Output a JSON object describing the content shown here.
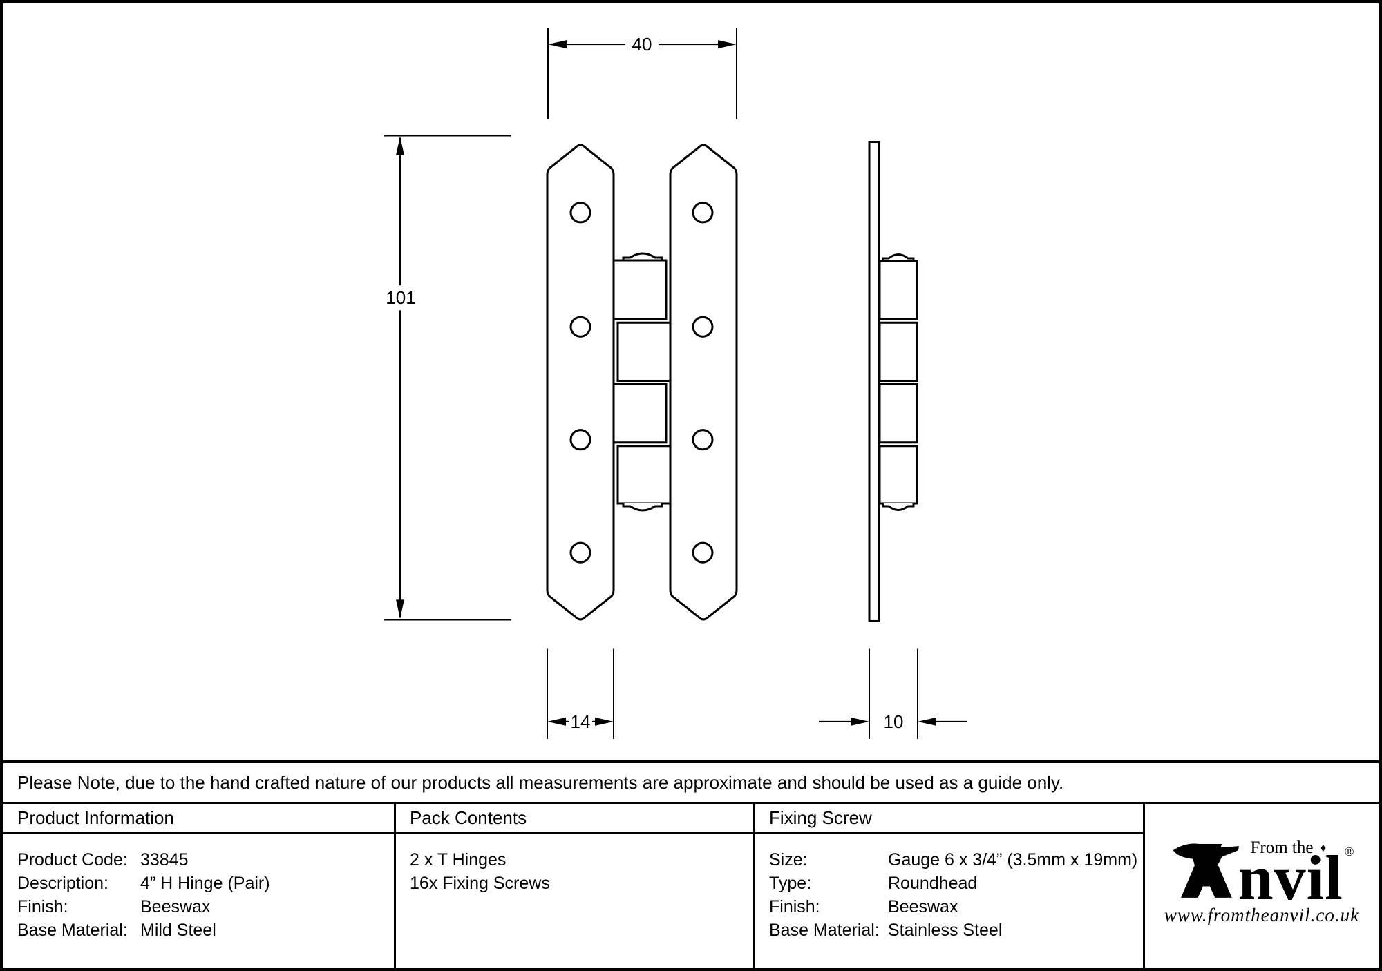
{
  "colors": {
    "line": "#000000",
    "background": "#ffffff"
  },
  "drawing": {
    "dimensions": {
      "front_width": "40",
      "front_height": "101",
      "leaf_width": "14",
      "side_depth": "10"
    }
  },
  "note": "Please Note, due to the hand crafted nature of our products all measurements are approximate and should be used as a guide only.",
  "table": {
    "product_information": {
      "title": "Product Information",
      "rows": [
        {
          "label": "Product Code:",
          "value": "33845"
        },
        {
          "label": "Description:",
          "value": "4” H Hinge (Pair)"
        },
        {
          "label": "Finish:",
          "value": "Beeswax"
        },
        {
          "label": "Base Material:",
          "value": "Mild Steel"
        }
      ]
    },
    "pack_contents": {
      "title": "Pack Contents",
      "items": [
        "2 x T Hinges",
        "16x Fixing Screws"
      ]
    },
    "fixing_screw": {
      "title": "Fixing Screw",
      "rows": [
        {
          "label": "Size:",
          "value": "Gauge 6 x 3/4” (3.5mm x 19mm)"
        },
        {
          "label": "Type:",
          "value": "Roundhead"
        },
        {
          "label": "Finish:",
          "value": "Beeswax"
        },
        {
          "label": "Base Material:",
          "value": "Stainless Steel"
        }
      ]
    }
  },
  "logo": {
    "tagline": "From the",
    "diamond": "♦",
    "name_rest": "nvil",
    "registered": "®",
    "url": "www.fromtheanvil.co.uk"
  }
}
